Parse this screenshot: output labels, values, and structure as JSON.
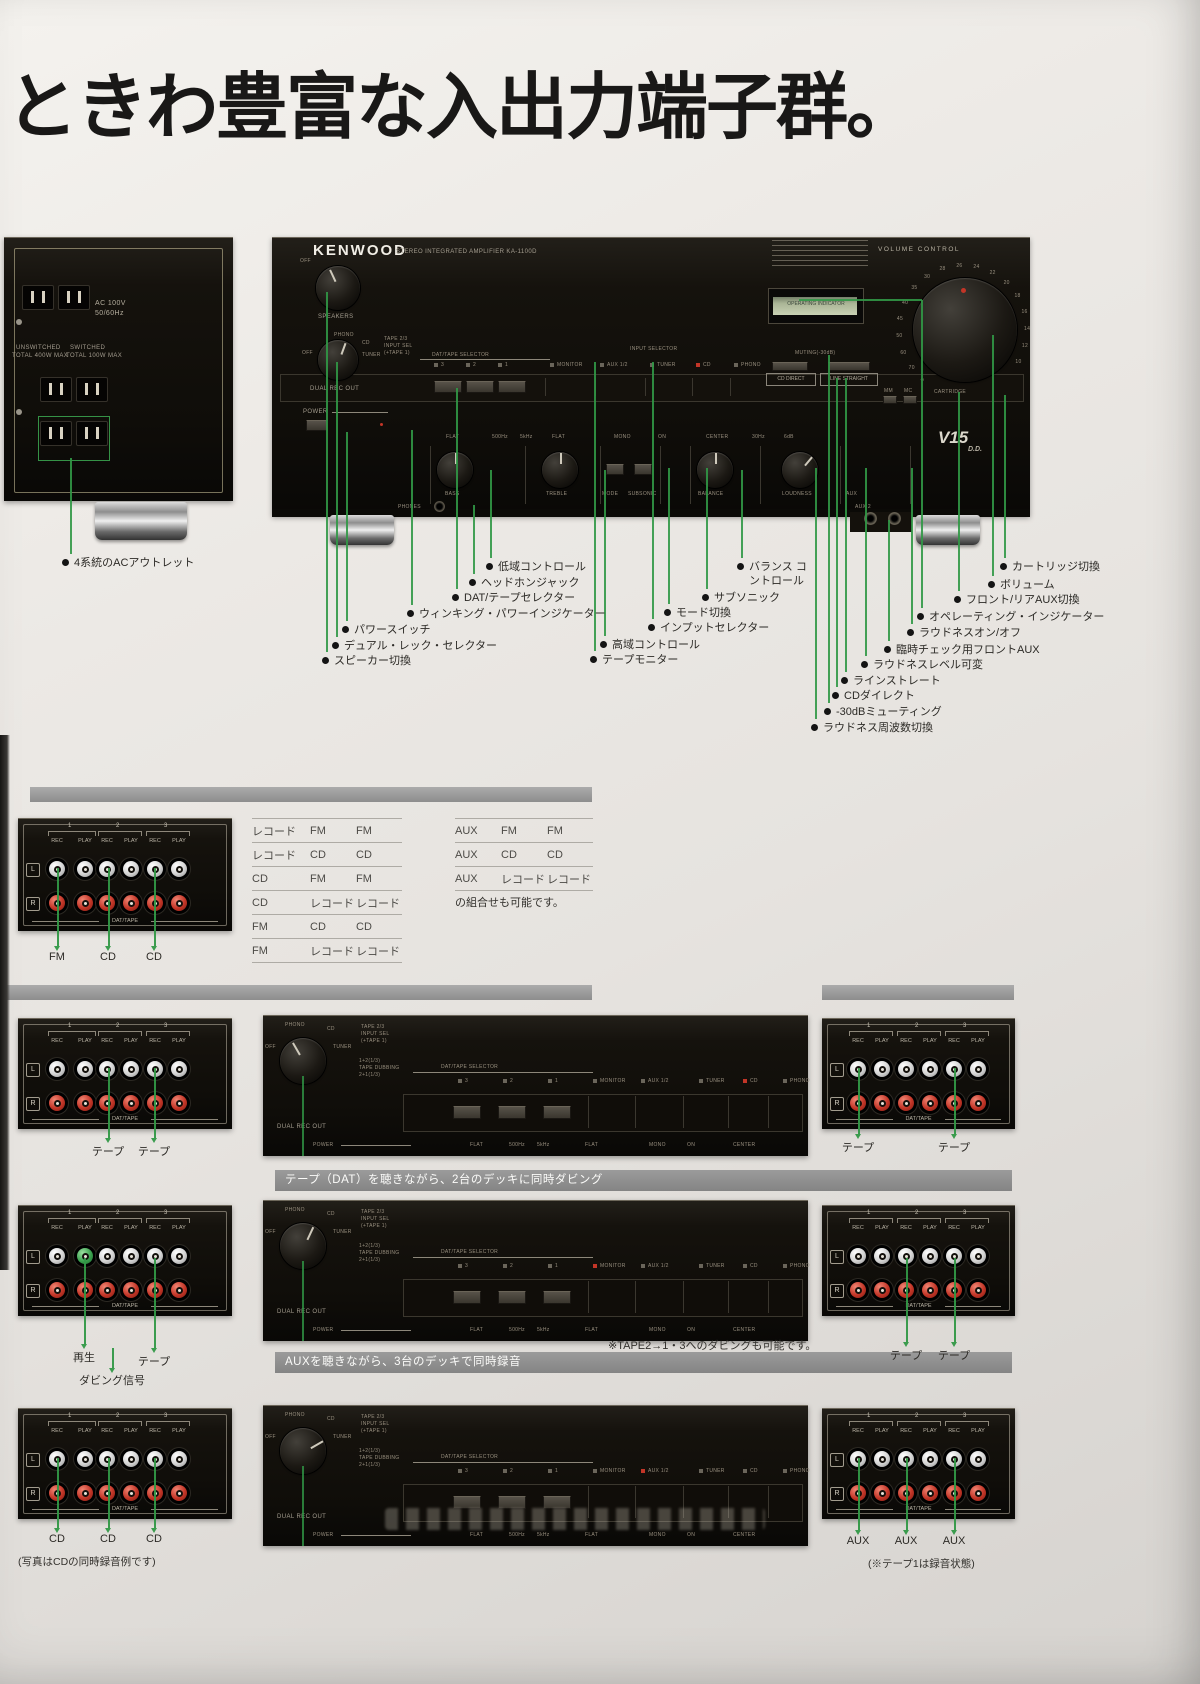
{
  "page": {
    "title": "ときわ豊富な入出力端子群。"
  },
  "rear_panel": {
    "ac_voltage": "AC 100V",
    "ac_freq": "50/60Hz",
    "unswitched_1": "UNSWITCHED",
    "unswitched_2": "TOTAL 400W MAX",
    "switched_1": "SWITCHED",
    "switched_2": "TOTAL 100W MAX",
    "callout": "4系統のACアウトレット"
  },
  "amp": {
    "brand": "KENWOOD",
    "model_line": "STEREO INTEGRATED AMPLIFIER  KA-1100D",
    "speakers": "SPEAKERS",
    "dual_rec_out": "DUAL REC OUT",
    "power": "POWER",
    "phones": "PHONES",
    "volume_control": "VOLUME CONTROL",
    "muting": "MUTING(-30dB)",
    "cd_direct": "CD DIRECT",
    "line_straight": "LINE STRAIGHT",
    "operating_indicator": "OPERATING INDICATOR",
    "cartridge": "CARTRIDGE",
    "mm": "MM",
    "mc": "MC",
    "dat_tape_selector": "DAT/TAPE SELECTOR",
    "input_selector": "INPUT SELECTOR",
    "selector_numbers": [
      "3",
      "2",
      "1"
    ],
    "inputs": [
      "MONITOR",
      "AUX 1/2",
      "TUNER",
      "CD",
      "PHONO"
    ],
    "bass": "BASS",
    "treble": "TREBLE",
    "mode": "MODE",
    "subsonic": "SUBSONIC",
    "balance": "BALANCE",
    "loudness": "LOUDNESS",
    "aux": "AUX",
    "aux2": "AUX 2",
    "logo_main": "V15",
    "logo_sub": "D.D.",
    "knob_off": "OFF",
    "knob_phono": "PHONO",
    "knob_cd": "CD",
    "knob_tuner": "TUNER",
    "tape23": "TAPE 2/3",
    "input_sel": "INPUT SEL",
    "plus_tape1": "(+TAPE 1)",
    "dub_a": "1+2(1/3)",
    "dub_b": "TAPE DUBBING",
    "dub_c": "2+1(1/3)",
    "marks": [
      "FLAT",
      "500Hz",
      "5kHz",
      "FLAT",
      "MONO",
      "ON",
      "CENTER",
      "30Hz",
      "6dB"
    ],
    "volume_ticks": [
      "∞",
      "70",
      "60",
      "50",
      "45",
      "40",
      "35",
      "30",
      "28",
      "26",
      "24",
      "22",
      "20",
      "18",
      "16",
      "14",
      "12",
      "10"
    ]
  },
  "callouts": {
    "items": [
      "低域コントロール",
      "ヘッドホンジャック",
      "DAT/テープセレクター",
      "ウィンキング・パワーインジケーター",
      "パワースイッチ",
      "デュアル・レック・セレクター",
      "スピーカー切換",
      "バランス コントロール",
      "サブソニック",
      "モード切換",
      "インプットセレクター",
      "高域コントロール",
      "テープモニター",
      "カートリッジ切換",
      "ボリューム",
      "フロント/リアAUX切換",
      "オペレーティング・インジケーター",
      "ラウドネスオン/オフ",
      "臨時チェック用フロントAUX",
      "ラウドネスレベル可変",
      "ラインストレート",
      "CDダイレクト",
      "-30dBミューティング",
      "ラウドネス周波数切換"
    ]
  },
  "combo_tables": {
    "left_rows": [
      [
        "レコード",
        "FM",
        "FM"
      ],
      [
        "レコード",
        "CD",
        "CD"
      ],
      [
        "CD",
        "FM",
        "FM"
      ],
      [
        "CD",
        "レコード",
        "レコード"
      ],
      [
        "FM",
        "CD",
        "CD"
      ],
      [
        "FM",
        "レコード",
        "レコード"
      ]
    ],
    "right_rows": [
      [
        "AUX",
        "FM",
        "FM"
      ],
      [
        "AUX",
        "CD",
        "CD"
      ],
      [
        "AUX",
        "レコード",
        "レコード"
      ]
    ],
    "right_note": "の組合せも可能です。"
  },
  "rca": {
    "rec": "REC",
    "play": "PLAY",
    "l": "L",
    "r": "R",
    "dat_tape": "DAT/TAPE",
    "groups": [
      "1",
      "2",
      "3"
    ]
  },
  "sections": {
    "header_a": "テープ（DAT）を聴きながら、2台のデッキに同時ダビング",
    "header_b": "AUXを聴きながら、3台のデッキで同時録音",
    "note_a": "※TAPE2→1・3へのダビングも可能です。",
    "sec2_labels": [
      "FM",
      "CD",
      "CD"
    ],
    "demo1_left": [
      "テープ",
      "テープ"
    ],
    "demo1_right": [
      "テープ",
      "テープ"
    ],
    "demo2_left_play": "再生",
    "demo2_left_tape": "テープ",
    "demo2_left_sub": "ダビング信号",
    "demo2_right": [
      "テープ",
      "テープ"
    ],
    "demo3_left": [
      "CD",
      "CD",
      "CD"
    ],
    "demo3_left_caption": "(写真はCDの同時録音例です)",
    "demo3_right": [
      "AUX",
      "AUX",
      "AUX"
    ],
    "demo3_right_caption": "(※テープ1は録音状態)"
  }
}
